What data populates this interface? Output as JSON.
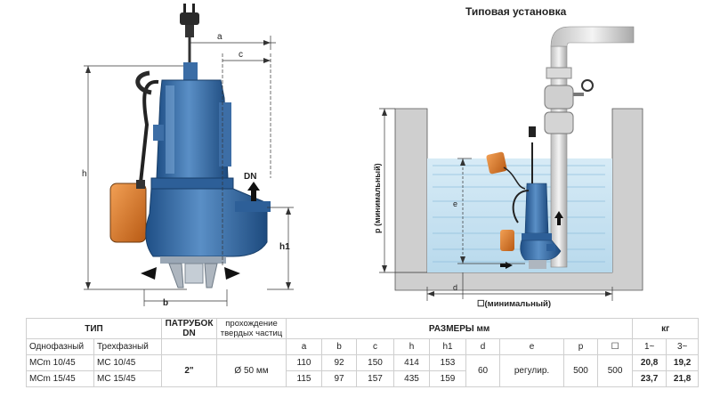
{
  "diagram": {
    "install_title": "Типовая установка",
    "dim_labels": {
      "a": "a",
      "c": "c",
      "h": "h",
      "h1": "h1",
      "b": "b",
      "dn": "DN",
      "e": "e",
      "d": "d",
      "p": "p (минимальный)",
      "square": "☐(минимальный)"
    }
  },
  "table": {
    "type_header": "ТИП",
    "outlet_header_l1": "ПАТРУБОК",
    "outlet_header_l2": "DN",
    "passage_header_l1": "прохождение",
    "passage_header_l2": "твердых частиц",
    "dims_header": "РАЗМЕРЫ мм",
    "kg_header": "кг",
    "single_phase": "Однофазный",
    "three_phase": "Трехфазный",
    "cols": [
      "a",
      "b",
      "c",
      "h",
      "h1",
      "d",
      "e",
      "p",
      "☐",
      "1~",
      "3~"
    ],
    "rows": [
      {
        "single": "MCm 10/45",
        "three": "MC 10/45",
        "a": "110",
        "b": "92",
        "c": "150",
        "h": "414",
        "h1": "153",
        "kg1": "20,8",
        "kg3": "19,2"
      },
      {
        "single": "MCm 15/45",
        "three": "MC 15/45",
        "a": "115",
        "b": "97",
        "c": "157",
        "h": "435",
        "h1": "159",
        "kg1": "23,7",
        "kg3": "21,8"
      }
    ],
    "outlet_value": "2\"",
    "passage_value": "Ø 50 мм",
    "d_value": "60",
    "e_value": "регулир.",
    "p_value": "500",
    "sq_value": "500"
  }
}
